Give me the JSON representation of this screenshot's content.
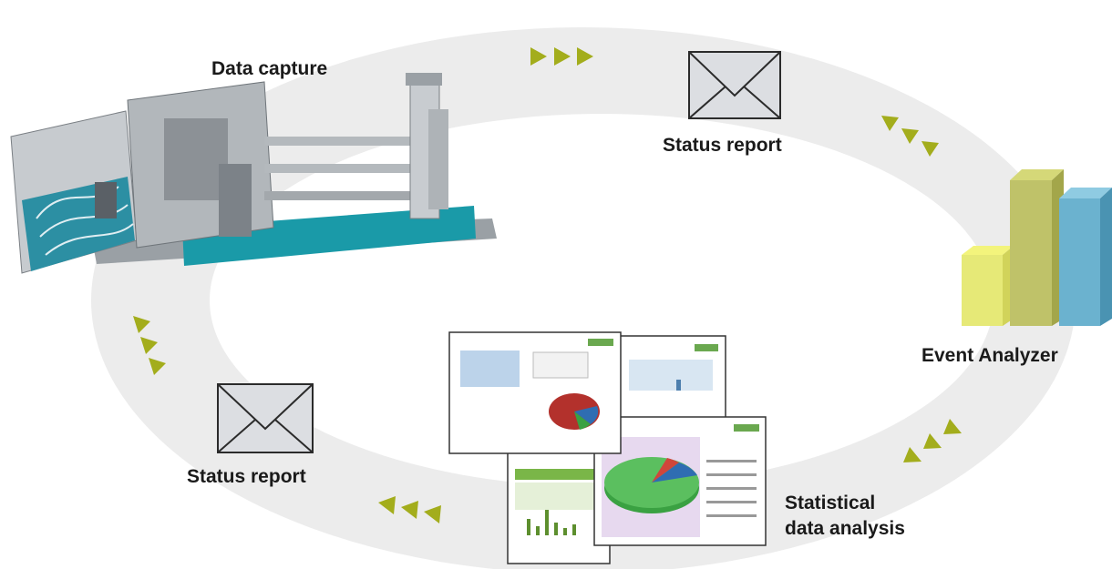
{
  "labels": {
    "data_capture": "Data capture",
    "status_report_top": "Status report",
    "event_analyzer": "Event Analyzer",
    "statistical_line1": "Statistical",
    "statistical_line2": "data analysis",
    "status_report_left": "Status report"
  },
  "colors": {
    "ring": "#ececec",
    "arrow": "#a3ad1c",
    "envelope_fill": "#dcdee2",
    "envelope_stroke": "#2b2b2b",
    "bar_yellow": "#e6e977",
    "bar_olive": "#bfc269",
    "bar_blue": "#6bb2cf"
  },
  "icons": [
    "envelope-icon",
    "bar-chart-icon",
    "arrow-triangle-icon",
    "machine-image",
    "report-stack-image"
  ]
}
